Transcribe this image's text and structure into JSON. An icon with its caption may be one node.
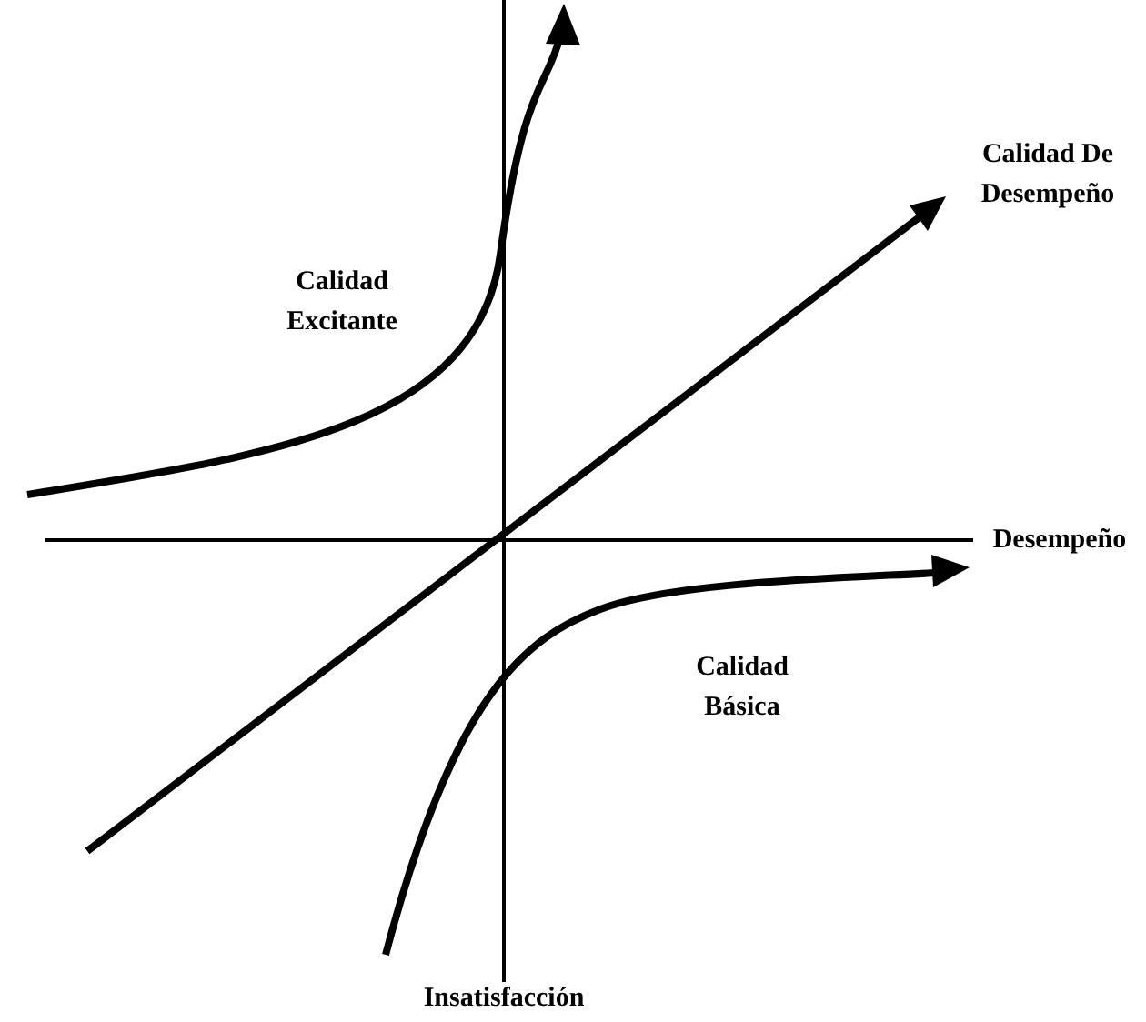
{
  "diagram": {
    "labels": [
      "Calidad Excitante",
      "Calidad De Desempeño",
      "Desempeño",
      "Calidad Básica",
      "Insatisfacción"
    ]
  }
}
